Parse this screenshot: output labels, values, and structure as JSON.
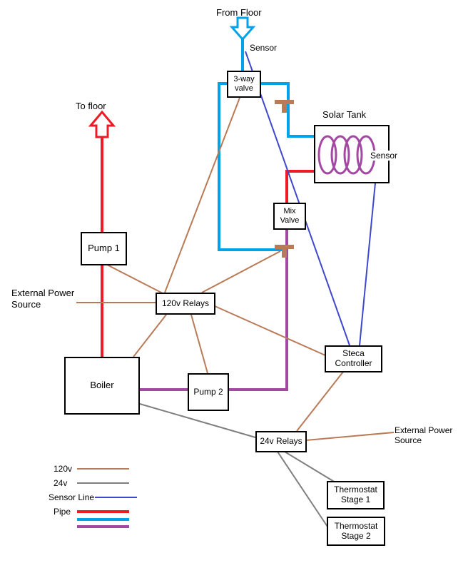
{
  "diagram": {
    "colors": {
      "pipe_hot": "#ED1C24",
      "pipe_cold": "#00A2E8",
      "pipe_loop": "#A349A4",
      "wire_120v": "#B97A57",
      "wire_24v": "#7F7F7F",
      "sensor_line": "#3F48CC"
    },
    "nodes": {
      "three_way_valve": {
        "label": "3-way\nvalve"
      },
      "solar_tank": {
        "label": "Solar Tank"
      },
      "mix_valve": {
        "label": "Mix\nValve"
      },
      "pump1": {
        "label": "Pump 1"
      },
      "relays_120v": {
        "label": "120v Relays"
      },
      "boiler": {
        "label": "Boiler"
      },
      "pump2": {
        "label": "Pump 2"
      },
      "steca": {
        "label": "Steca\nController"
      },
      "relays_24v": {
        "label": "24v Relays"
      },
      "thermostat1": {
        "label": "Thermostat\nStage 1"
      },
      "thermostat2": {
        "label": "Thermostat\nStage 2"
      }
    },
    "labels": {
      "from_floor": "From Floor",
      "sensor_top": "Sensor",
      "to_floor": "To floor",
      "sensor_tank": "Sensor",
      "ext_power_left": "External Power\nSource",
      "ext_power_right": "External Power\nSource"
    },
    "legend": {
      "v120": "120v",
      "v24": "24v",
      "sensor": "Sensor Line",
      "pipe": "Pipe"
    }
  }
}
